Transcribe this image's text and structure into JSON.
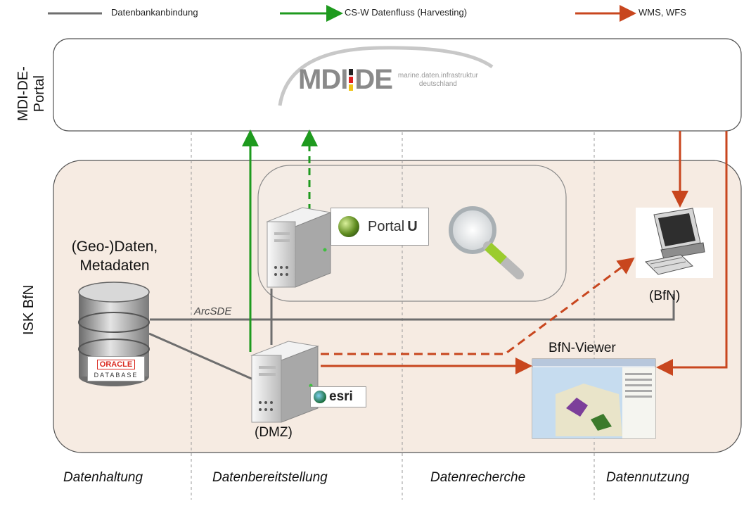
{
  "legend": {
    "db_connection": "Datenbankanbindung",
    "csw_flow": "CS-W Datenfluss (Harvesting)",
    "wms_wfs": "WMS, WFS"
  },
  "portal": {
    "side_label_line1": "MDI-DE-",
    "side_label_line2": "Portal",
    "logo_left": "MDI",
    "logo_right": "DE",
    "logo_sub_line1": "marine.daten.infrastruktur",
    "logo_sub_line2": "deutschland"
  },
  "isk": {
    "side_label": "ISK BfN",
    "database_label_line1": "(Geo-)Daten,",
    "database_label_line2": "Metadaten",
    "oracle_brand": "ORACLE",
    "oracle_sub": "DATABASE",
    "arcsde": "ArcSDE",
    "portalu_text": "Portal",
    "portalu_u": "U",
    "esri_text": "esri",
    "dmz_label": "(DMZ)",
    "bfn_label": "(BfN)",
    "viewer_label": "BfN-Viewer"
  },
  "columns": [
    "Datenhaltung",
    "Datenbereitstellung",
    "Datenrecherche",
    "Datennutzung"
  ],
  "colors": {
    "db_line": "#6e6e6e",
    "csw_green": "#1e9a1e",
    "wms_red": "#c8461e",
    "isk_bg": "#f6ebe2"
  }
}
